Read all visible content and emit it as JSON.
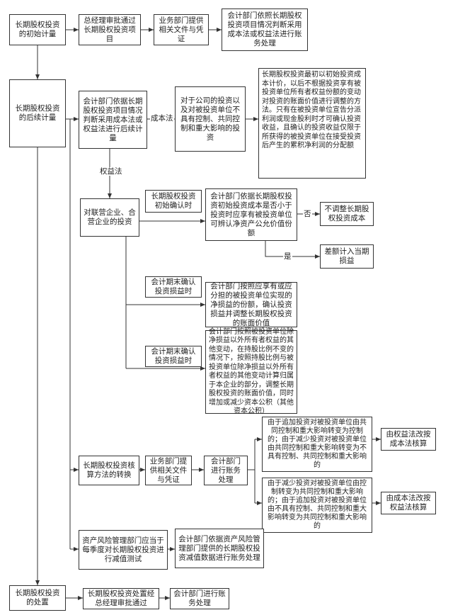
{
  "boxes": {
    "b_init_measure": "长期股权投资的初始计量",
    "b_approve": "总经理审批通过长期股权投资项目",
    "b_dept_docs": "业务部门提供相关文件与凭证",
    "b_acct_init": "会计部门依照长期股权投资项目情况判断采用成本法或权益法进行账务处理",
    "b_subsequent": "长期股权投资的后续计量",
    "b_acct_method": "会计部门依据长期股权投资项目情况判断采用成本法或权益法进行后续计量",
    "b_no_control": "对于公司的投资以及对被投资单位不具有控制、共同控制和重大影响的投资",
    "b_cost_note": "长期股权投资最初以初始投资成本计价，以后不根据投资享有被投资单位所有者权益份额的变动对投资的账面价值进行调整的方法。只有在被投资单位宣告分派利润或现金股利时才可确认投资收益，且确认的投资收益仅限于所获得的被投资单位在接受投资后产生的累积净利润的分配额",
    "b_jv": "对联营企业、合营企业的投资",
    "b_equity_init": "长期股权投资初始确认时",
    "b_compare": "会计部门依据长期股权投资初始投资成本是否小于投资时应享有被投资单位可辨认净资产公允价值份额",
    "b_no_adjust": "不调整长期股权投资成本",
    "b_diff": "差额计入当期损益",
    "b_period_end1": "会计期末确认投资损益时",
    "b_acct_share": "会计部门按照应享有或应分担的被投资单位实现的净损益的份额，确认投资损益并调整长期股权投资的账面价值",
    "b_period_end2": "会计期末确认投资损益时",
    "b_acct_other": "会计部门按照被投资单位除净损益以外所有者权益的其他变动，在持股比例不变的情况下，按照持股比例与被投资单位除净损益以外所有者权益的其他变动计算归属于本企业的部分，调整长期股权投资的账面价值，同时增加或减少资本公积（其他资本公积）",
    "b_conversion": "长期股权投资核算方法的转换",
    "b_dept_docs2": "业务部门提供相关文件与凭证",
    "b_acct_process": "会计部门进行账务处理",
    "b_case_up": "由于追加投资对被投资单位由共同控制和重大影响转变为控制的；由于减少投资对被投资单位由共同控制和重大影响转变为不具有控制、共同控制和重大影响的",
    "b_equity_to_cost": "由权益法改按成本法核算",
    "b_case_down": "由于减少投资对被投资单位由控制转变为共同控制和重大影响的；由于追加投资对被投资单位由不具有控制、共同控制和重大影响转变为共同控制和重大影响的",
    "b_cost_to_equity": "由成本法改按权益法核算",
    "b_risk": "资产风险管理部门应当于每季度对长期股权投资进行减值测试",
    "b_impair": "会计部门依据资产风险管理部门提供的长期股权投资减值数据进行账务处理",
    "b_disposal": "长期股权投资的处置",
    "b_disp_approve": "长期股权投资处置经总经理审批通过",
    "b_disp_acct": "会计部门进行账务处理"
  },
  "labels": {
    "cost_method": "成本法",
    "equity_method": "权益法",
    "no": "否",
    "yes": "是"
  }
}
